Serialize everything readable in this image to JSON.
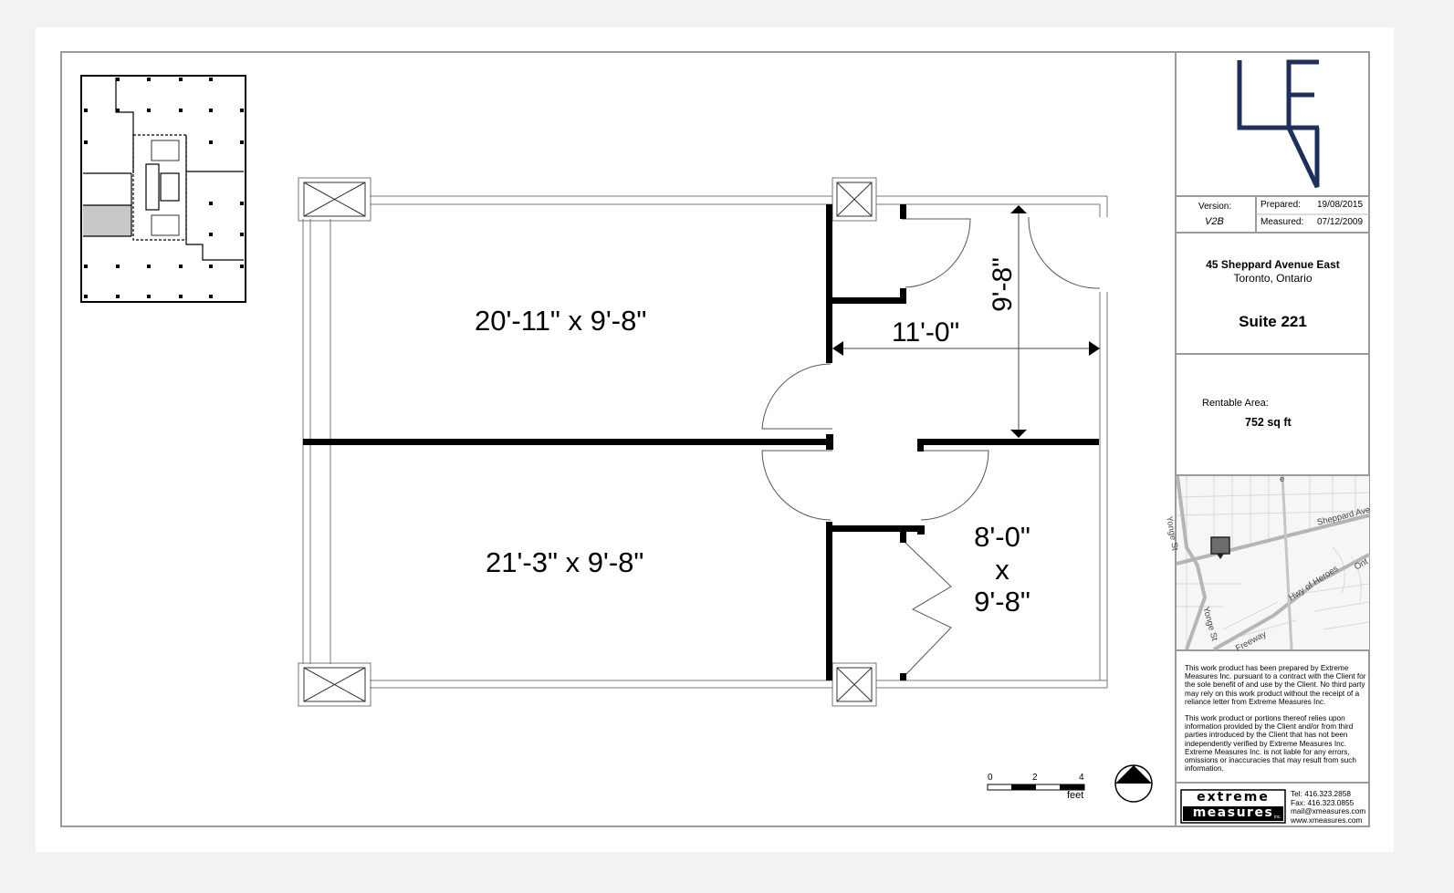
{
  "title_block": {
    "version_label": "Version:",
    "version_value": "V2B",
    "prepared_label": "Prepared:",
    "prepared_value": "19/08/2015",
    "measured_label": "Measured:",
    "measured_value": "07/12/2009",
    "address_line1": "45 Sheppard Avenue East",
    "address_line2": "Toronto, Ontario",
    "suite": "Suite 221",
    "area_label": "Rentable Area:",
    "area_value": "752 sq ft",
    "disclaimer_p1": "This work product has been prepared by Extreme Measures Inc. pursuant to a contract with the Client for the sole benefit of and use by the Client. No third party may rely on this work product without the receipt of a reliance letter from Extreme Measures Inc.",
    "disclaimer_p2": "This work product or portions thereof relies upon information provided by the Client and/or from third parties introduced by the Client that has not been independently verified by Extreme Measures Inc. Extreme Measures Inc. is not liable for any errors, omissions or inaccuracies that may result from such information.",
    "company_logo_line1": "extreme",
    "company_logo_line2": "measures",
    "company_logo_inc": "inc.",
    "contact_tel": "Tel:  416.323.2858",
    "contact_fax": "Fax: 416.323.0855",
    "contact_mail": "mail@xmeasures.com",
    "contact_web": "www.xmeasures.com",
    "brand_color": "#1f2f5c"
  },
  "map": {
    "labels": [
      "Yonge St",
      "Sheppard Ave",
      "Yonge St",
      "Hwy of Heroes",
      "Freeway",
      "Ont",
      "e"
    ]
  },
  "plan": {
    "room1": "20'-11\" x 9'-8\"",
    "room2": "21'-3\" x 9'-8\"",
    "room3_line1": "8'-0\"",
    "room3_line2": "x",
    "room3_line3": "9'-8\"",
    "dim_width": "11'-0\"",
    "dim_height": "9'-8\""
  },
  "scale_bar": {
    "ticks": [
      "0",
      "2",
      "4"
    ],
    "unit": "feet"
  },
  "icons": [
    "north-arrow-icon",
    "building-keyplan",
    "company-logo",
    "location-map"
  ]
}
